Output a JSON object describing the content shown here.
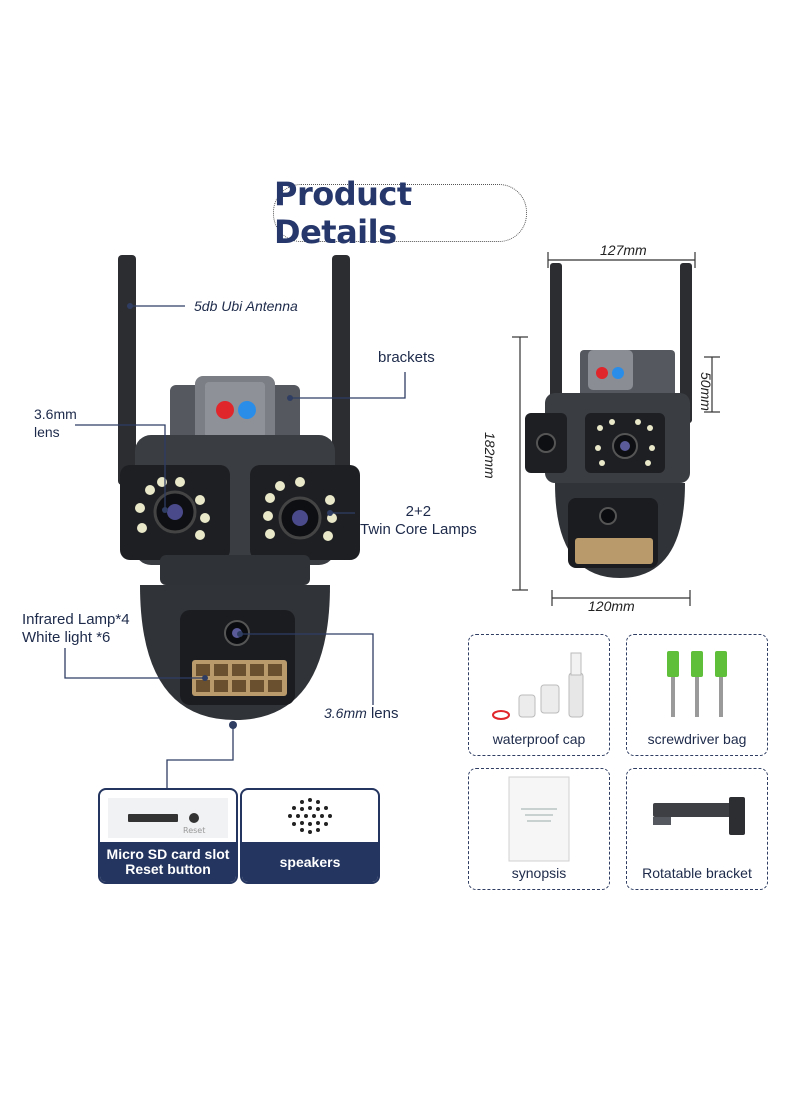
{
  "title": "Product Details",
  "callouts": {
    "antenna": "5db Ubi Antenna",
    "brackets": "brackets",
    "lens_top": "3.6mm\nlens",
    "lamps": "2+2\nTwin Core Lamps",
    "ir_lamp": "Infrared Lamp*4\nWhite light *6",
    "lens_bottom_mm": "3.6mm",
    "lens_bottom_word": "lens"
  },
  "dimensions": {
    "width_top": "127mm",
    "height_bracket": "50mm",
    "height_total": "182mm",
    "width_bottom": "120mm"
  },
  "features": [
    {
      "label": "Micro SD card slot\nReset button",
      "icon": "sd-slot-icon"
    },
    {
      "label": "speakers",
      "icon": "speaker-grille-icon"
    }
  ],
  "accessories": [
    {
      "label": "waterproof cap",
      "icon": "waterproof-cap-icon"
    },
    {
      "label": "screwdriver bag",
      "icon": "screw-anchor-icon"
    },
    {
      "label": "synopsis",
      "icon": "manual-booklet-icon"
    },
    {
      "label": "Rotatable bracket",
      "icon": "wall-bracket-icon"
    }
  ],
  "colors": {
    "navy": "#24355f",
    "camera_body": "#3a3d42",
    "red_led": "#e0262b",
    "blue_led": "#2a8de8"
  }
}
